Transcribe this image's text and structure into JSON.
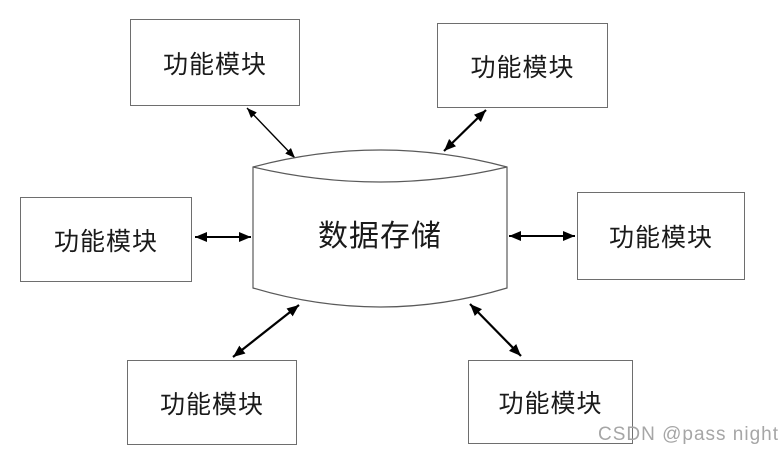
{
  "diagram": {
    "title_hint": "data-storage function-module star diagram",
    "center": {
      "label": "数据存储"
    },
    "modules": [
      {
        "position": "top-left",
        "label": "功能模块"
      },
      {
        "position": "top-right",
        "label": "功能模块"
      },
      {
        "position": "middle-left",
        "label": "功能模块"
      },
      {
        "position": "middle-right",
        "label": "功能模块"
      },
      {
        "position": "bottom-left",
        "label": "功能模块"
      },
      {
        "position": "bottom-right",
        "label": "功能模块"
      }
    ],
    "connectors": [
      {
        "name": "middle-left-to-center",
        "type": "double-arrow",
        "direction": "horizontal"
      },
      {
        "name": "middle-right-to-center",
        "type": "double-arrow",
        "direction": "horizontal"
      },
      {
        "name": "top-left-to-center",
        "type": "double-arrow",
        "direction": "diagonal"
      },
      {
        "name": "top-right-to-center",
        "type": "double-arrow",
        "direction": "diagonal"
      },
      {
        "name": "bottom-left-to-center",
        "type": "double-arrow",
        "direction": "diagonal"
      },
      {
        "name": "bottom-right-to-center",
        "type": "double-arrow",
        "direction": "diagonal"
      }
    ],
    "colors": {
      "background": "#ffffff",
      "box_border": "#6e6e6e",
      "cylinder_stroke": "#5a5a5a",
      "arrow": "#000000",
      "text": "#1a1a1a",
      "watermark": "#a6a6a6"
    }
  },
  "watermark": {
    "text": "CSDN @pass night"
  }
}
